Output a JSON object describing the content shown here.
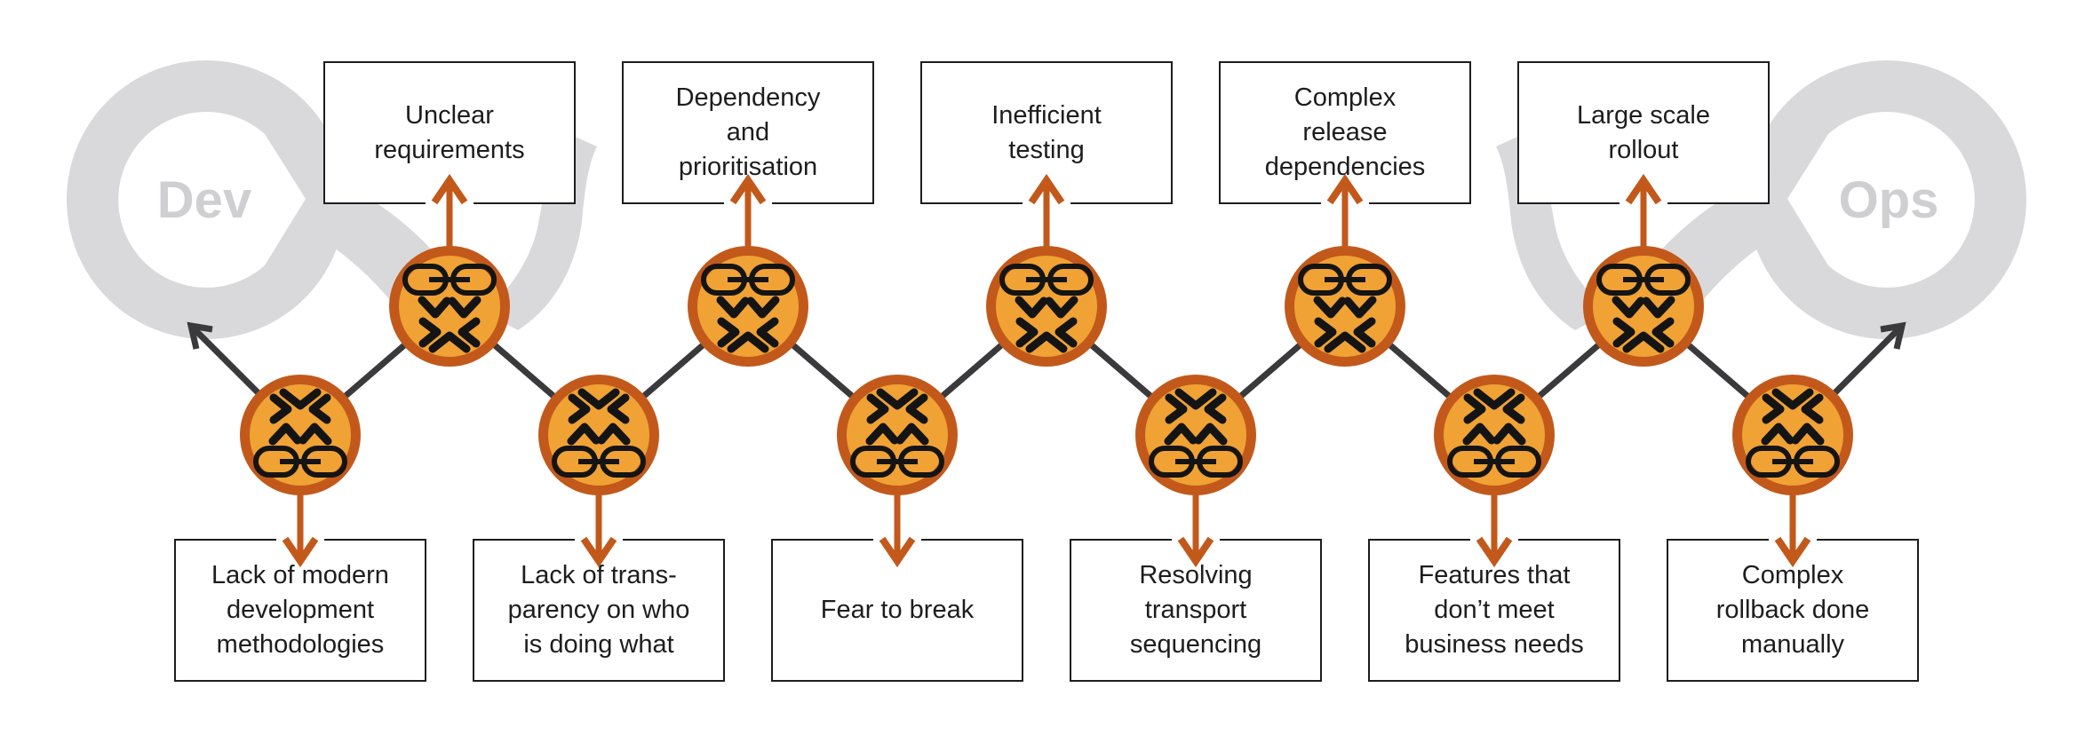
{
  "labels": {
    "dev": "Dev",
    "ops": "Ops"
  },
  "top_boxes": [
    {
      "label": "Unclear\nrequirements"
    },
    {
      "label": "Dependency\nand\nprioritisation"
    },
    {
      "label": "Inefficient\ntesting"
    },
    {
      "label": "Complex\nrelease\ndependencies"
    },
    {
      "label": "Large scale\nrollout"
    }
  ],
  "bottom_boxes": [
    {
      "label": "Lack of modern\ndevelopment\nmethodologies"
    },
    {
      "label": "Lack of trans-\nparency on who\nis doing what"
    },
    {
      "label": "Fear to break"
    },
    {
      "label": "Resolving\ntransport\nsequencing"
    },
    {
      "label": "Features that\ndon’t meet\nbusiness needs"
    },
    {
      "label": "Complex\nrollback done\nmanually"
    }
  ],
  "icons": {
    "node_icon": "broken-chain-and-collision-mark",
    "up_arrow": "orange-arrow-up",
    "down_arrow": "orange-arrow-down",
    "flow_arrowheads": "dark-arrowheads-toward-dev-and-ops-loops"
  },
  "colors": {
    "background": "#ffffff",
    "ribbon_gray": "#d9d9db",
    "loop_label_gray": "#cfcfd2",
    "node_ring_orange": "#c2591b",
    "node_fill_amber": "#f0a235",
    "icon_black": "#141414",
    "connector_dark": "#3a3a3c",
    "accent_orange": "#c2591b",
    "box_border": "#1d1d1d",
    "text": "#1d1d1d"
  }
}
